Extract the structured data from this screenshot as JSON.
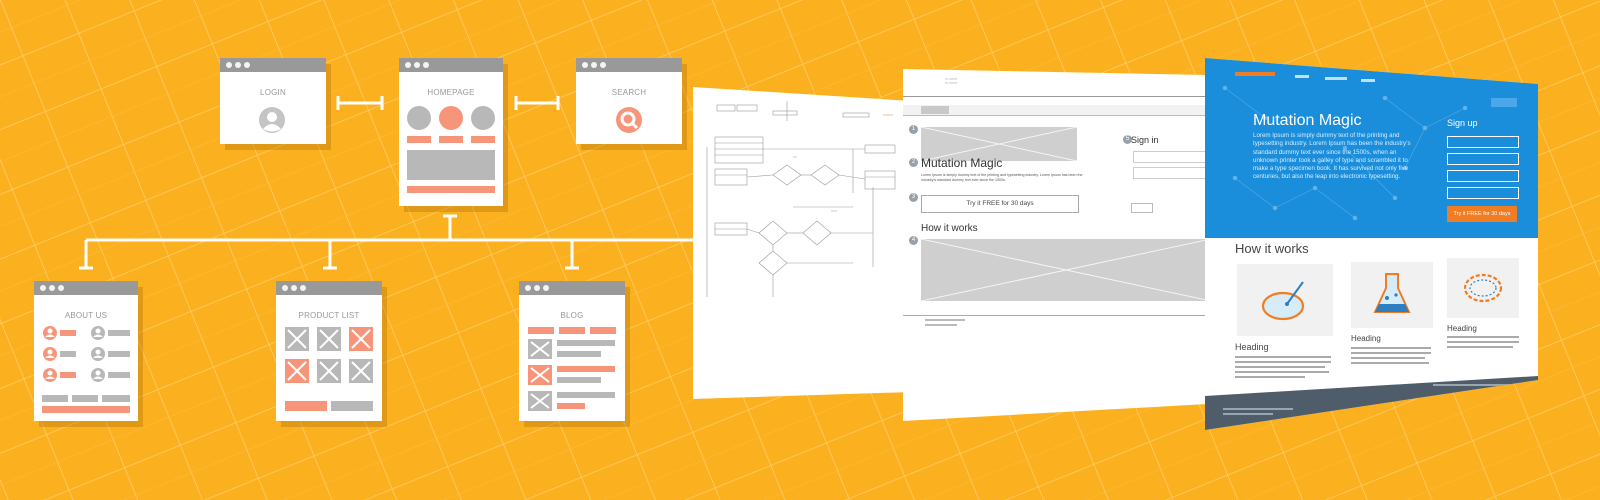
{
  "colors": {
    "background": "#fbb11f",
    "grid_line": "#fdd07a",
    "connector": "#ffffff",
    "window_bar": "#999999",
    "placeholder_gray": "#b8b8b8",
    "accent_salmon": "#f7957a",
    "hero_blue": "#1a8ddb",
    "cta_orange": "#f07d24",
    "footer_slate": "#4f5d6b"
  },
  "sitemap": {
    "pages": {
      "login": {
        "title": "LOGIN",
        "icon": "user-avatar-icon"
      },
      "homepage": {
        "title": "HOMEPAGE"
      },
      "search": {
        "title": "SEARCH",
        "icon": "search-icon"
      },
      "about": {
        "title": "ABOUT US"
      },
      "product_list": {
        "title": "PRODUCT LIST"
      },
      "blog": {
        "title": "BLOG"
      }
    }
  },
  "flowchart": {
    "icons": [
      "decision-diamond-icon",
      "process-box-icon"
    ]
  },
  "wireframe": {
    "hero_title": "Mutation Magic",
    "body_text": "Lorem Ipsum is simply dummy text of the printing and typesetting industry. Lorem Ipsum has been the industry's standard dummy text ever since the 1500s.",
    "cta_label": "Try it FREE for 30 days",
    "section_heading": "How it works",
    "signin_title": "Sign in",
    "step_numbers": [
      "1",
      "2",
      "3",
      "4",
      "5"
    ]
  },
  "mockup": {
    "hero_title": "Mutation Magic",
    "hero_text": "Lorem Ipsum is simply dummy text of the printing and typesetting industry. Lorem Ipsum has been the industry's standard dummy text ever since the 1500s, when an unknown printer took a galley of type and scrambled it to make a type specimen book. It has survived not only five centuries, but also the leap into electronic typesetting.",
    "signup_title": "Sign up",
    "signup_button": "Try it FREE for 30 days",
    "section_heading": "How it works",
    "features": [
      {
        "heading": "Heading",
        "icon": "petri-dish-icon"
      },
      {
        "heading": "Heading",
        "icon": "flask-icon"
      },
      {
        "heading": "Heading",
        "icon": "dna-helix-icon"
      }
    ]
  }
}
